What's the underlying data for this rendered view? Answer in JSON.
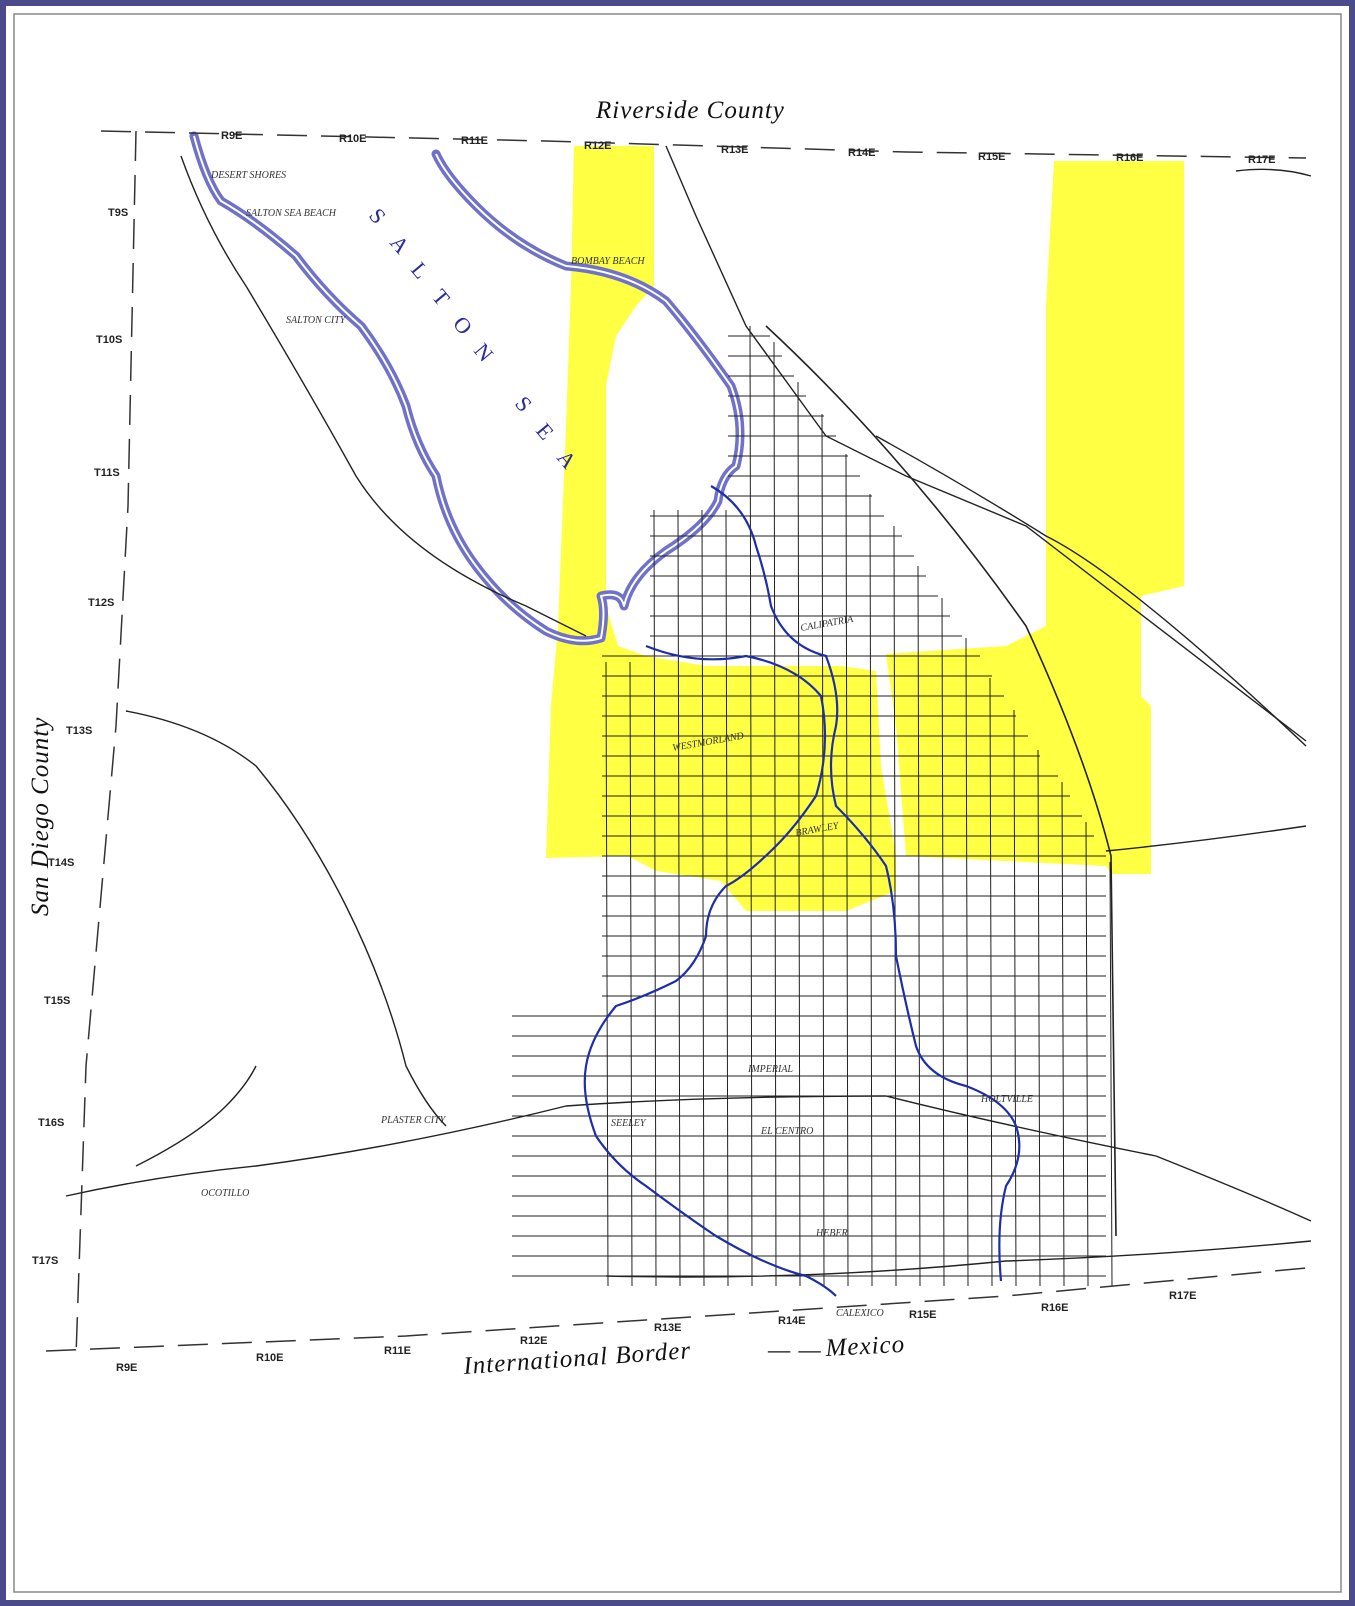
{
  "map": {
    "region_labels": {
      "north": "Riverside County",
      "west": "San Diego County",
      "south": "International Border",
      "south_country": "Mexico"
    },
    "water_label": "SALTON SEA",
    "ranges_top": [
      "R9E",
      "R10E",
      "R11E",
      "R12E",
      "R13E",
      "R14E",
      "R15E",
      "R16E",
      "R17E"
    ],
    "ranges_bottom": [
      "R9E",
      "R10E",
      "R11E",
      "R12E",
      "R13E",
      "R14E",
      "R15E",
      "R16E",
      "R17E"
    ],
    "townships": [
      "T9S",
      "T10S",
      "T11S",
      "T12S",
      "T13S",
      "T14S",
      "T15S",
      "T16S",
      "T17S"
    ],
    "towns": [
      "DESERT SHORES",
      "SALTON SEA BEACH",
      "SALTON CITY",
      "BOMBAY BEACH",
      "CALIPATRIA",
      "WESTMORLAND",
      "BRAWLEY",
      "IMPERIAL",
      "HOLTVILLE",
      "EL CENTRO",
      "HEBER",
      "CALEXICO",
      "PLASTER CITY",
      "OCOTILLO",
      "SEELEY"
    ],
    "colors": {
      "highlight": "#ffff44",
      "shoreline": "#6f72c8",
      "river": "#1e2ea8",
      "road": "#222222",
      "frame": "#4a4a8c"
    }
  }
}
